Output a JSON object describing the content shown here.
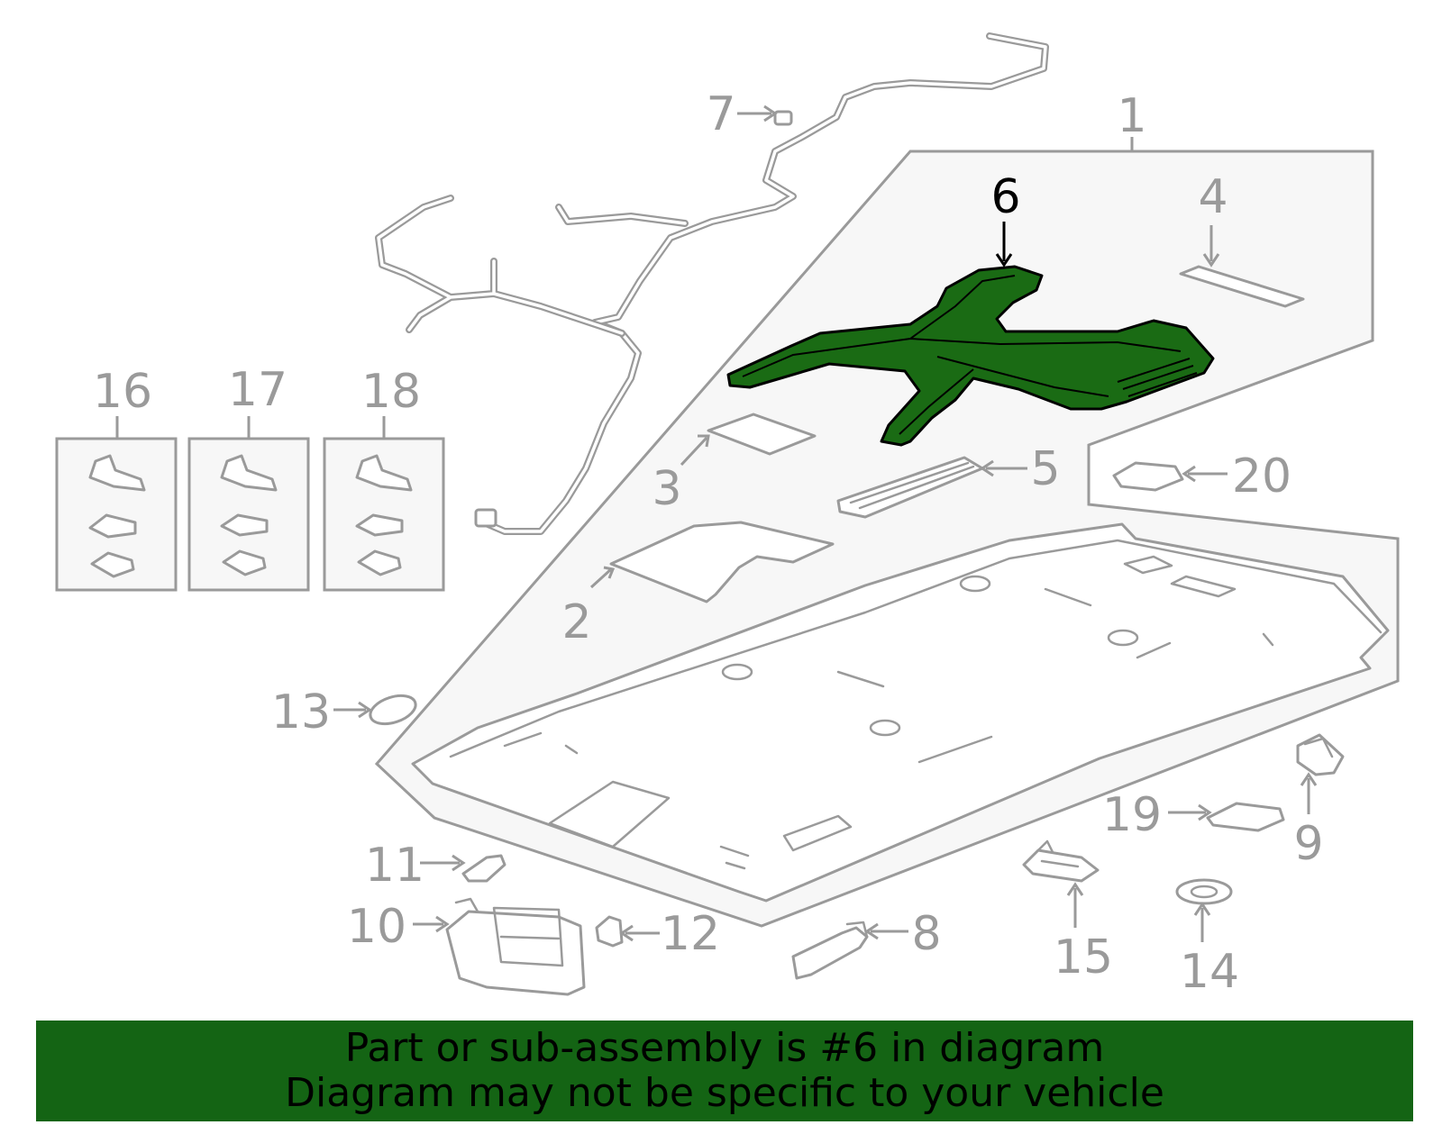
{
  "callouts": {
    "c1": "1",
    "c2": "2",
    "c3": "3",
    "c4": "4",
    "c5": "5",
    "c6": "6",
    "c7": "7",
    "c8": "8",
    "c9": "9",
    "c10": "10",
    "c11": "11",
    "c12": "12",
    "c13": "13",
    "c14": "14",
    "c15": "15",
    "c16": "16",
    "c17": "17",
    "c18": "18",
    "c19": "19",
    "c20": "20"
  },
  "highlight": {
    "part": "6",
    "fill_color": "#1a6b14",
    "outline_color": "#000000"
  },
  "colors": {
    "line_gray": "#9a9a9a",
    "banner_green": "#146414",
    "panel_fill": "#f7f7f7"
  },
  "banner": {
    "line1": "Part or sub-assembly is #6 in diagram",
    "line2": "Diagram may not be specific to your vehicle"
  }
}
